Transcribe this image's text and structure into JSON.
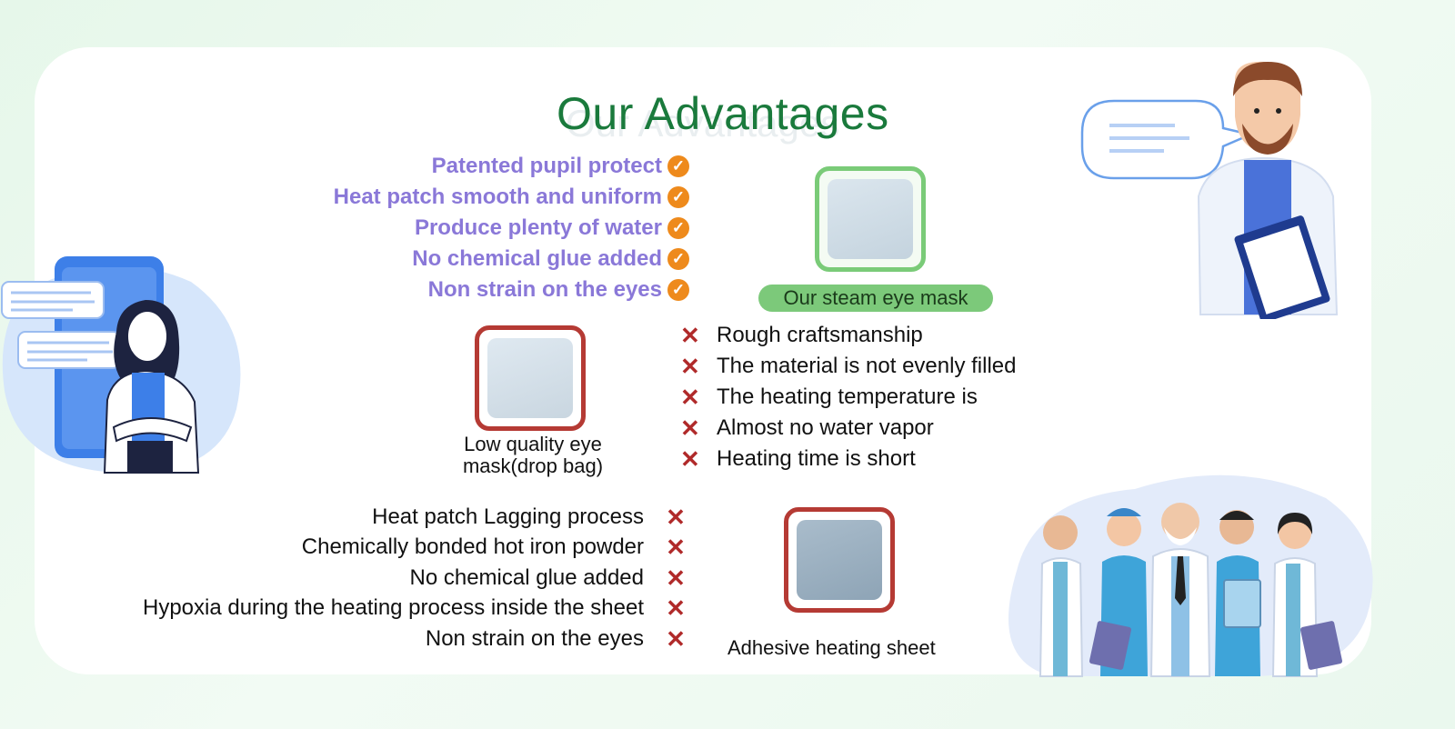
{
  "title": "Our Advantages",
  "advantages": [
    "Patented pupil protect",
    "Heat patch smooth and uniform",
    "Produce plenty of water",
    "No chemical glue added",
    "Non strain on the eyes"
  ],
  "our_mask_label": "Our steam eye mask",
  "low_quality": {
    "caption_line1": "Low quality eye",
    "caption_line2": "mask(drop bag)",
    "drawbacks": [
      "Rough craftsmanship",
      "The material is not evenly filled",
      "The heating temperature is",
      "Almost no water vapor",
      "Heating time is short"
    ]
  },
  "adhesive": {
    "caption": "Adhesive heating sheet",
    "drawbacks": [
      "Heat patch Lagging process",
      "Chemically bonded hot iron powder",
      "No chemical glue added",
      "Hypoxia during the heating process inside the sheet",
      "Non strain on the eyes"
    ]
  },
  "icons": {
    "check": "check-circle-icon",
    "cross": "cross-icon"
  },
  "colors": {
    "title": "#1a7a3c",
    "advantage_text": "#8a78d8",
    "check": "#ee8a1c",
    "cross": "#b02a2a",
    "pill": "#7cc97a"
  }
}
